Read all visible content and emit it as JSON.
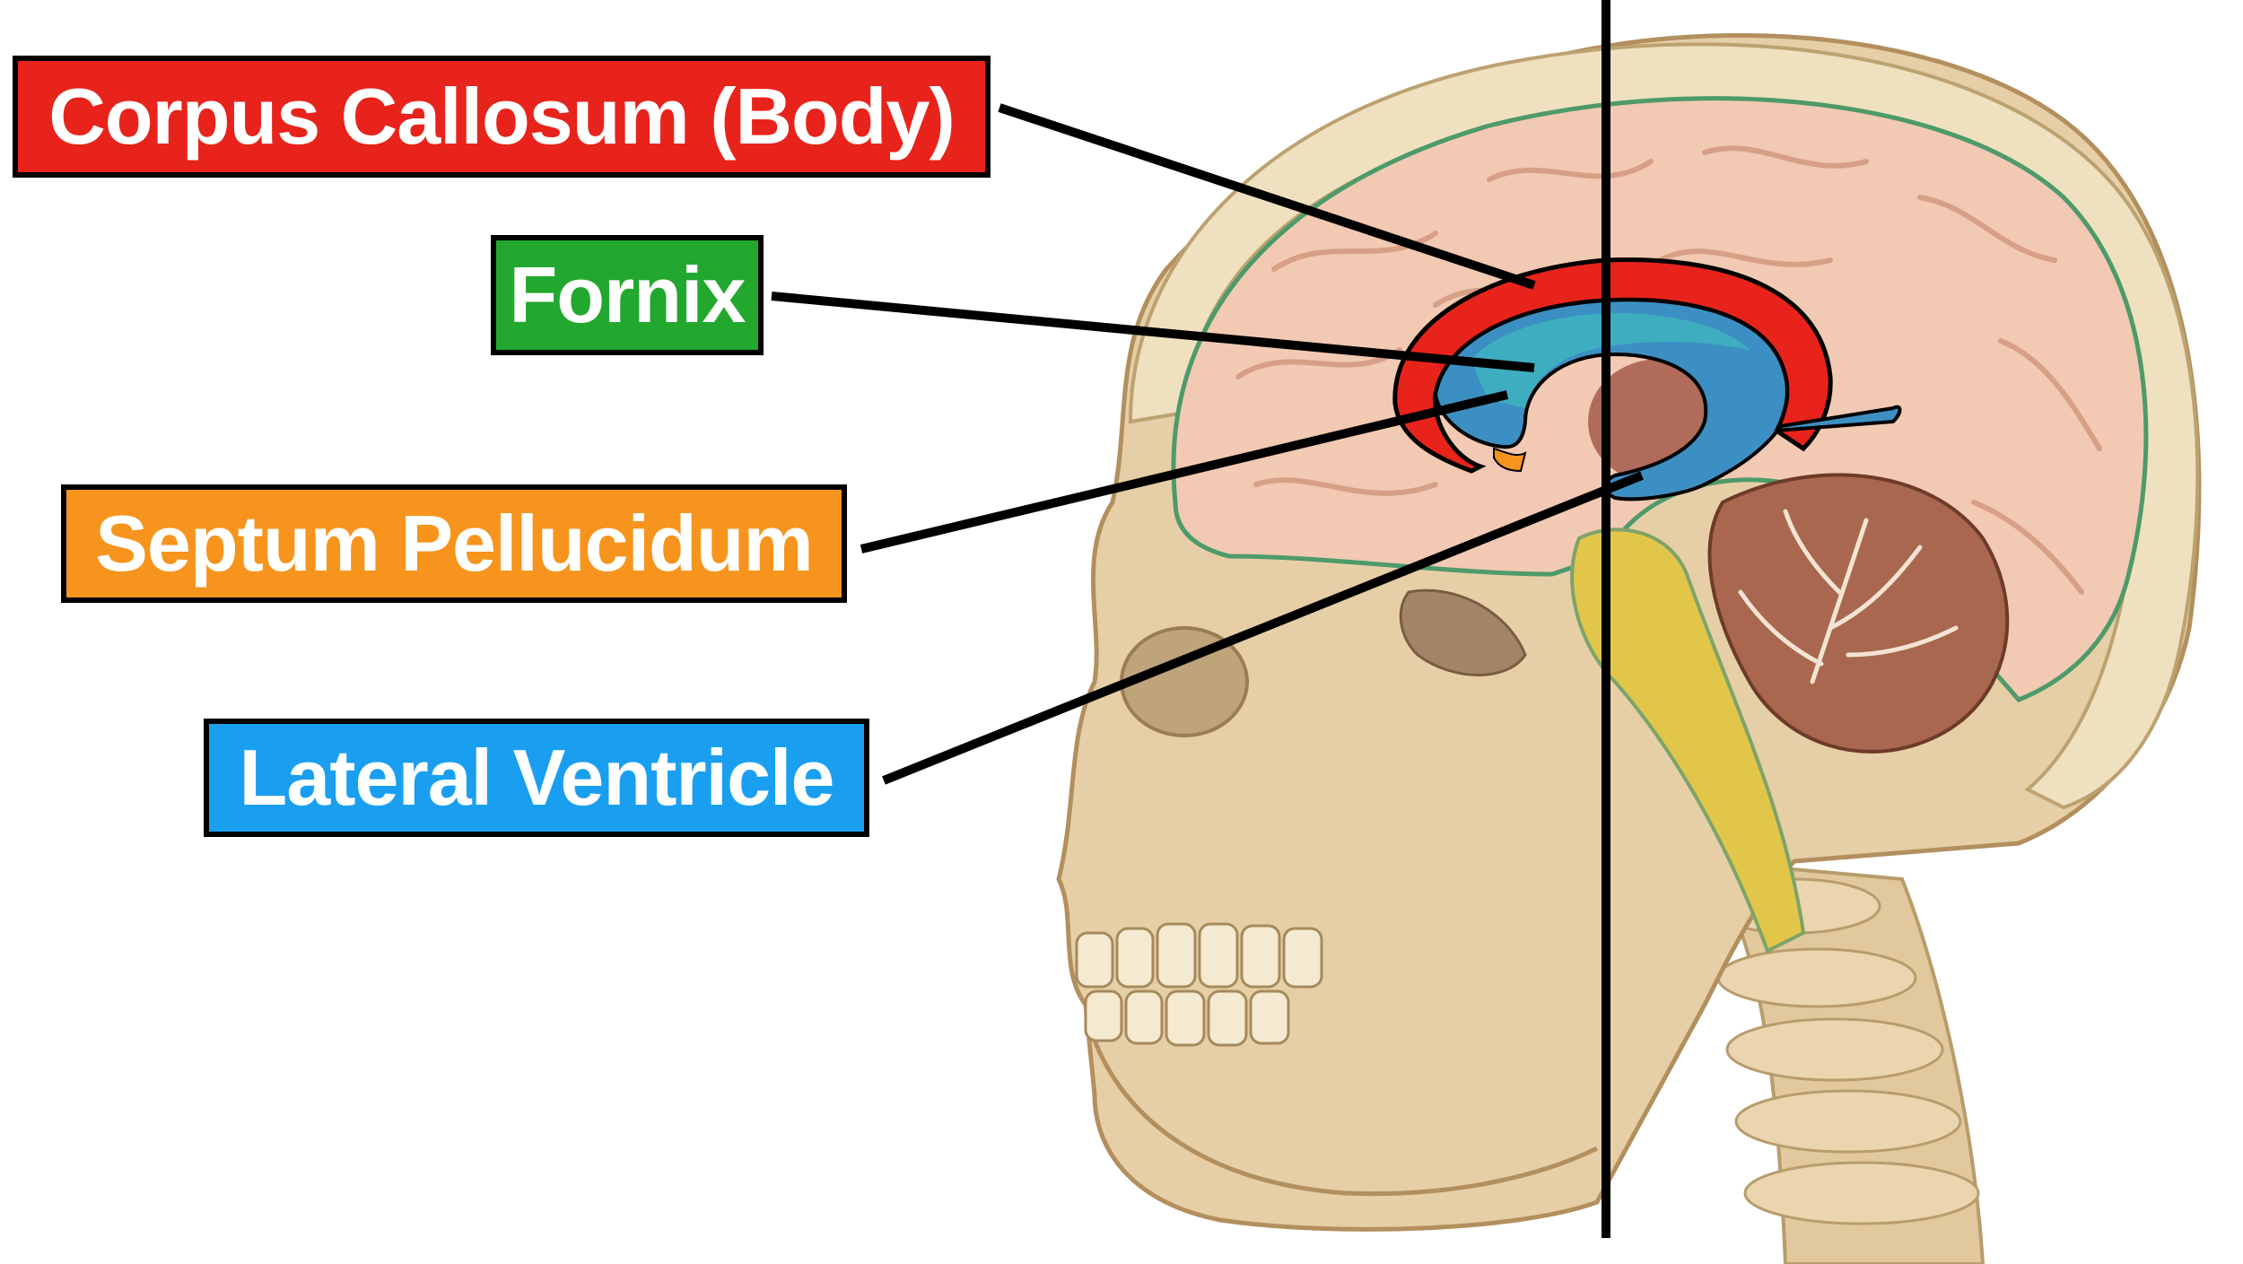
{
  "labels": {
    "corpus_callosum": "Corpus Callosum (Body)",
    "fornix": "Fornix",
    "septum_pellucidum": "Septum Pellucidum",
    "lateral_ventricle": "Lateral Ventricle"
  },
  "colors": {
    "corpus_callosum": "#e8231b",
    "fornix": "#22a82e",
    "septum_pellucidum": "#f7941d",
    "lateral_ventricle": "#1a9ff0",
    "outline": "#000000",
    "bone": "#e6cfa6",
    "brain": "#f2c9b3",
    "spinal_cord": "#e2c64a",
    "cerebellum": "#a8674e"
  }
}
